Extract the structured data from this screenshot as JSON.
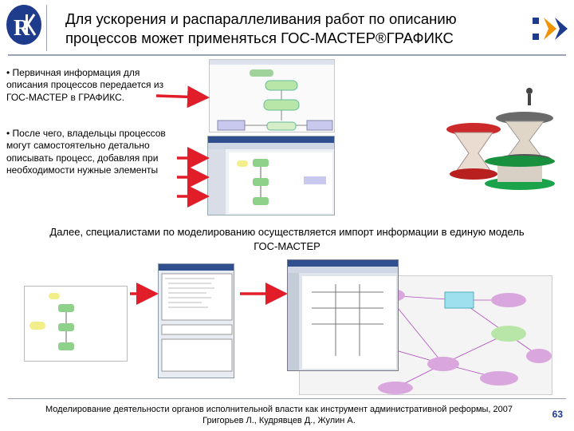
{
  "header": {
    "title": "Для ускорения и распараллеливания работ по описанию процессов может применяться  ГОС-МАСТЕР®ГРАФИКС"
  },
  "bullets": [
    "• Первичная информация для описания процессов передается из  ГОС-МАСТЕР в ГРАФИКС.",
    "• После чего, владельцы процессов могут самостоятельно детально описывать процесс, добавляя при необходимости нужные элементы"
  ],
  "center_note": "Далее, специалистами по моделированию осуществляется импорт информации в единую модель ГОС-МАСТЕР",
  "footer": {
    "line1": "Моделирование деятельности органов исполнительной власти как  инструмент административной реформы, 2007",
    "line2": "Григорьев Л., Кудрявцев Д., Жулин А."
  },
  "page_number": "63",
  "colors": {
    "accent_blue": "#1f3b8c",
    "arrow_red": "#e11d2a",
    "brand_orange": "#f39200"
  }
}
